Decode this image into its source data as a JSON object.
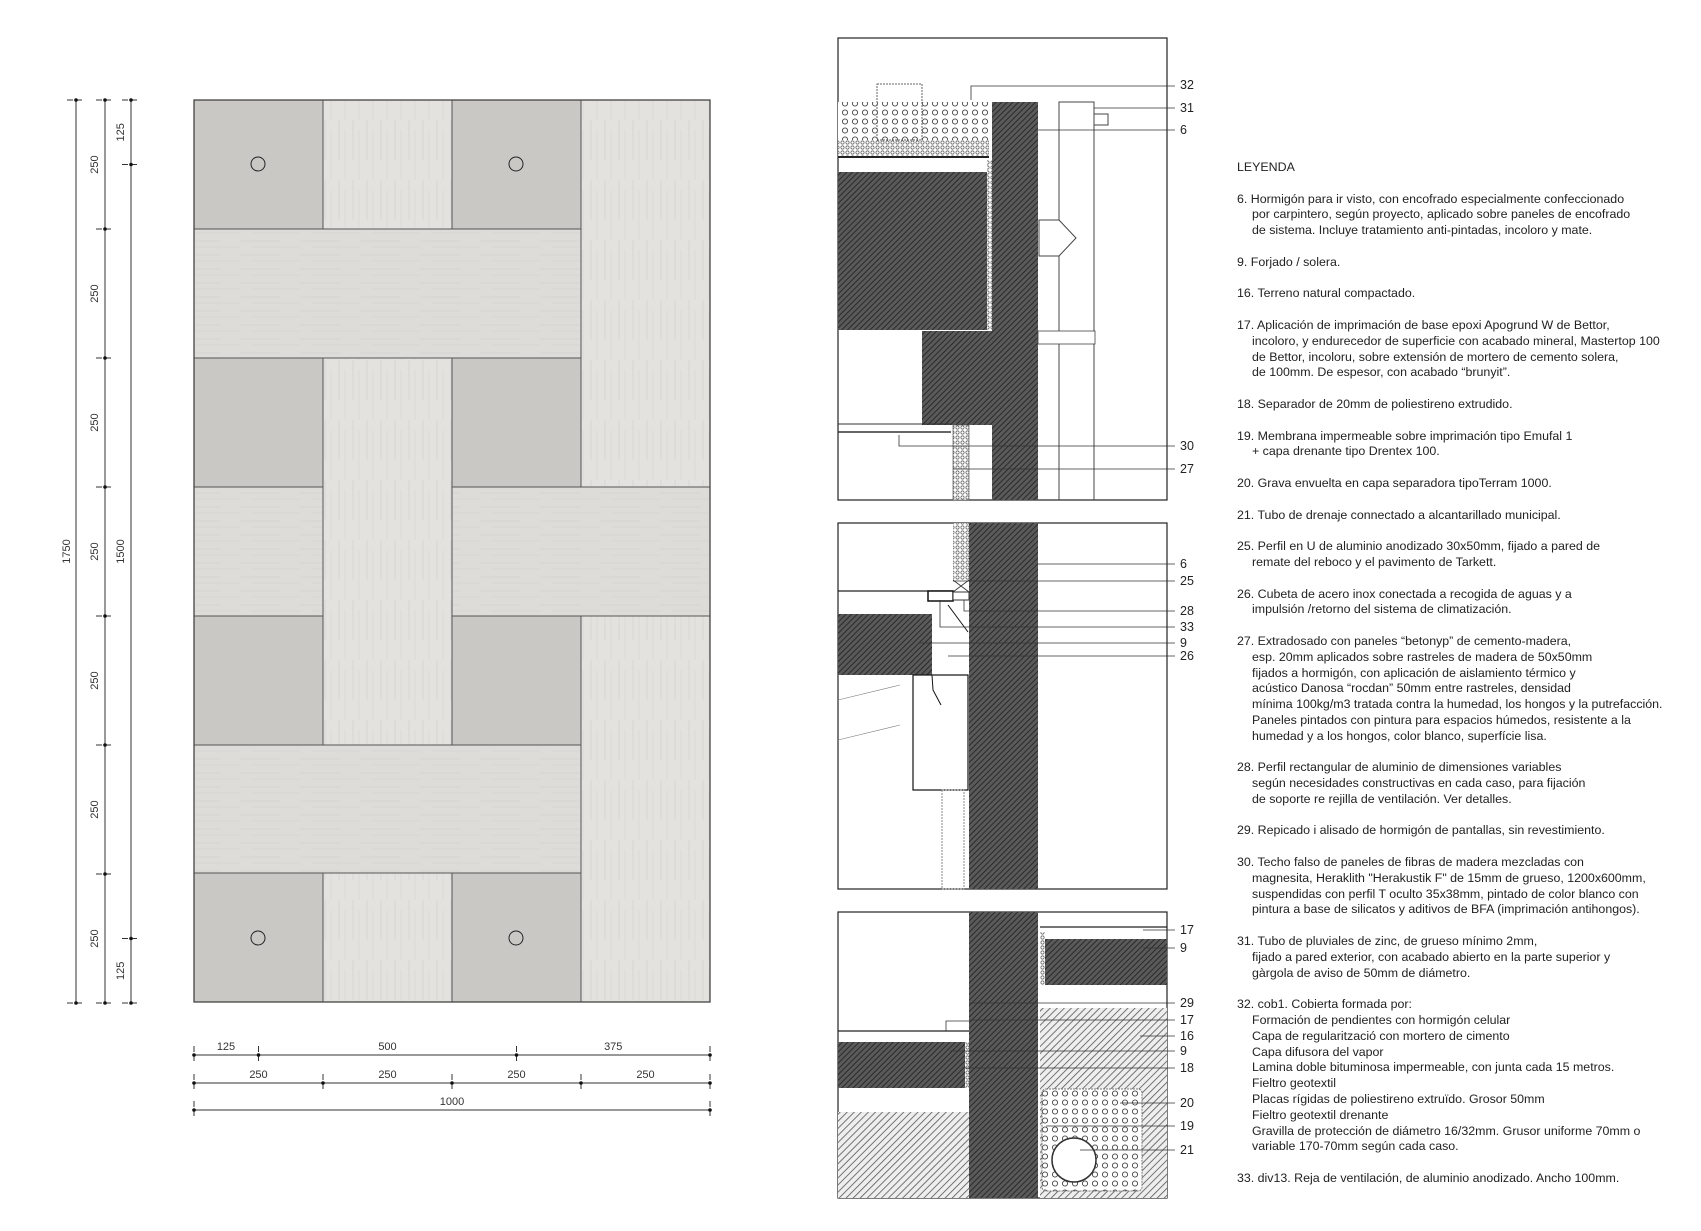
{
  "plan": {
    "vertical_dims": {
      "total": {
        "values": [
          1750
        ],
        "labels": [
          "1750"
        ]
      },
      "modules": {
        "values": [
          250,
          250,
          250,
          250,
          250,
          250,
          250
        ],
        "labels": [
          "250",
          "250",
          "250",
          "250",
          "250",
          "250",
          "250"
        ]
      },
      "offsets": {
        "values": [
          125,
          1500,
          125
        ],
        "labels": [
          "125",
          "1500",
          "125"
        ]
      }
    },
    "horizontal_dims": {
      "offsets": {
        "values": [
          125,
          500,
          375
        ],
        "labels": [
          "125",
          "500",
          "375"
        ]
      },
      "modules": {
        "values": [
          250,
          250,
          250,
          250
        ],
        "labels": [
          "250",
          "250",
          "250",
          "250"
        ]
      },
      "total": {
        "values": [
          1000
        ],
        "labels": [
          "1000"
        ]
      }
    },
    "colors": {
      "tile_gray": "#cac8c5",
      "wood": "#e4e2de",
      "line": "#555555"
    }
  },
  "details": {
    "detail_1_labels": [
      "32",
      "31",
      "6",
      "30",
      "27"
    ],
    "detail_2_labels": [
      "6",
      "25",
      "28",
      "33",
      "9",
      "26"
    ],
    "detail_3_labels": [
      "17",
      "9",
      "29",
      "17",
      "16",
      "9",
      "18",
      "20",
      "19",
      "21"
    ]
  },
  "legend": {
    "title": "LEYENDA",
    "entries": [
      {
        "lines": [
          "6. Hormigón para ir visto, con encofrado especialmente confeccionado",
          "por carpintero, según proyecto, aplicado sobre paneles de encofrado",
          "de sistema. Incluye tratamiento anti-pintadas, incoloro y mate."
        ]
      },
      {
        "lines": [
          "9. Forjado / solera."
        ]
      },
      {
        "lines": [
          "16. Terreno natural compactado."
        ]
      },
      {
        "lines": [
          "17. Aplicación de imprimación de base epoxi Apogrund W de Bettor,",
          "incoloro, y endurecedor de superficie con acabado mineral, Mastertop 100",
          "de Bettor, incoloru, sobre extensión de mortero de cemento solera,",
          "de 100mm. De espesor, con acabado “brunyit”."
        ]
      },
      {
        "lines": [
          "18. Separador de 20mm de poliestireno extrudido."
        ]
      },
      {
        "lines": [
          "19. Membrana impermeable sobre imprimación tipo Emufal 1",
          "+ capa drenante tipo Drentex 100."
        ]
      },
      {
        "lines": [
          "20. Grava envuelta en capa separadora tipoTerram 1000."
        ]
      },
      {
        "lines": [
          "21. Tubo de drenaje connectado a alcantarillado municipal."
        ]
      },
      {
        "lines": [
          "25. Perfil en U de aluminio anodizado 30x50mm, fijado a pared de",
          "remate del reboco y el pavimento de Tarkett."
        ]
      },
      {
        "lines": [
          "26. Cubeta de acero inox conectada a recogida de aguas y a",
          "impulsión /retorno del sistema de climatización."
        ]
      },
      {
        "lines": [
          "27. Extradosado con paneles “betonyp” de cemento-madera,",
          "esp. 20mm aplicados sobre rastreles de madera de 50x50mm",
          "fijados a hormigón, con aplicación de aislamiento térmico y",
          "acústico Danosa “rocdan” 50mm entre rastreles, densidad",
          "mínima 100kg/m3 tratada contra la humedad, los hongos y la putrefacción.",
          "Paneles pintados con pintura para espacios húmedos, resistente a la",
          "humedad y a los hongos, color blanco, superfície lisa."
        ]
      },
      {
        "lines": [
          "28. Perfil rectangular de aluminio de dimensiones variables",
          "según necesidades constructivas en cada caso, para fijación",
          "de soporte re rejilla de ventilación. Ver detalles."
        ]
      },
      {
        "lines": [
          "29. Repicado i alisado de hormigón de pantallas, sin revestimiento."
        ]
      },
      {
        "lines": [
          "30. Techo falso de paneles de fibras de madera mezcladas con",
          "magnesita, Heraklith \"Herakustik F\" de 15mm de grueso, 1200x600mm,",
          "suspendidas con perfil T oculto 35x38mm, pintado de color blanco con",
          "pintura a base de silicatos y aditivos de BFA (imprimación antihongos)."
        ]
      },
      {
        "lines": [
          "31. Tubo de pluviales de zinc, de grueso mínimo 2mm,",
          "fijado a pared exterior, con acabado abierto en la parte superior y",
          "gàrgola de aviso de 50mm de diámetro."
        ]
      },
      {
        "lines": [
          "32. cob1.  Cobierta formada por:",
          "Formación de pendientes con hormigón celular",
          "Capa de regularització con mortero de cimento",
          "Capa difusora del vapor",
          "Lamina doble bituminosa impermeable, con junta cada 15 metros.",
          "Fieltro geotextil",
          "Placas rígidas de poliestireno extruïdo. Grosor 50mm",
          "Fieltro geotextil drenante",
          "Gravilla de protección de diámetro 16/32mm. Grusor uniforme 70mm o",
          "variable 170-70mm según cada caso."
        ]
      },
      {
        "lines": [
          "33. div13.  Reja de ventilación, de aluminio anodizado. Ancho 100mm."
        ]
      }
    ]
  }
}
